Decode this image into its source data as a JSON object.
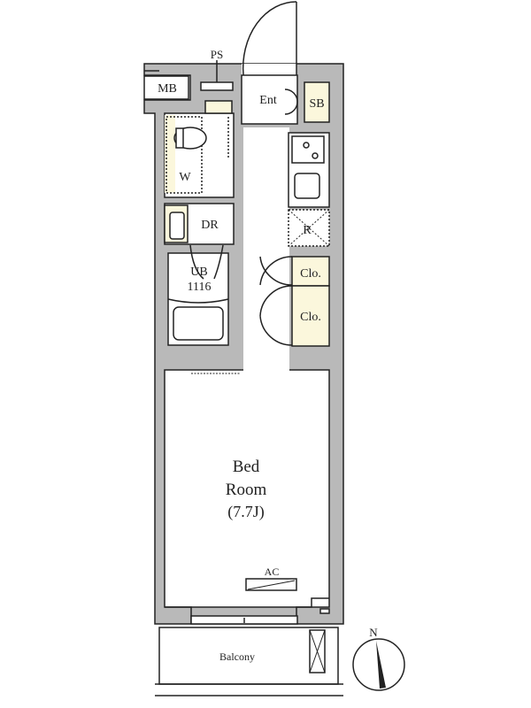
{
  "labels": {
    "ps": "PS",
    "mb": "MB",
    "ent": "Ent",
    "sb": "SB",
    "w": "W",
    "dr": "DR",
    "ub_line1": "UB",
    "ub_line2": "1116",
    "r": "R",
    "clo1": "Clo.",
    "clo2": "Clo.",
    "bed_line1": "Bed",
    "bed_line2": "Room",
    "bed_size": "(7.7J)",
    "ac": "AC",
    "balcony": "Balcony",
    "north": "N"
  },
  "colors": {
    "wall": "#b9b9b9",
    "storage": "#fbf7dc",
    "line": "#222222"
  }
}
